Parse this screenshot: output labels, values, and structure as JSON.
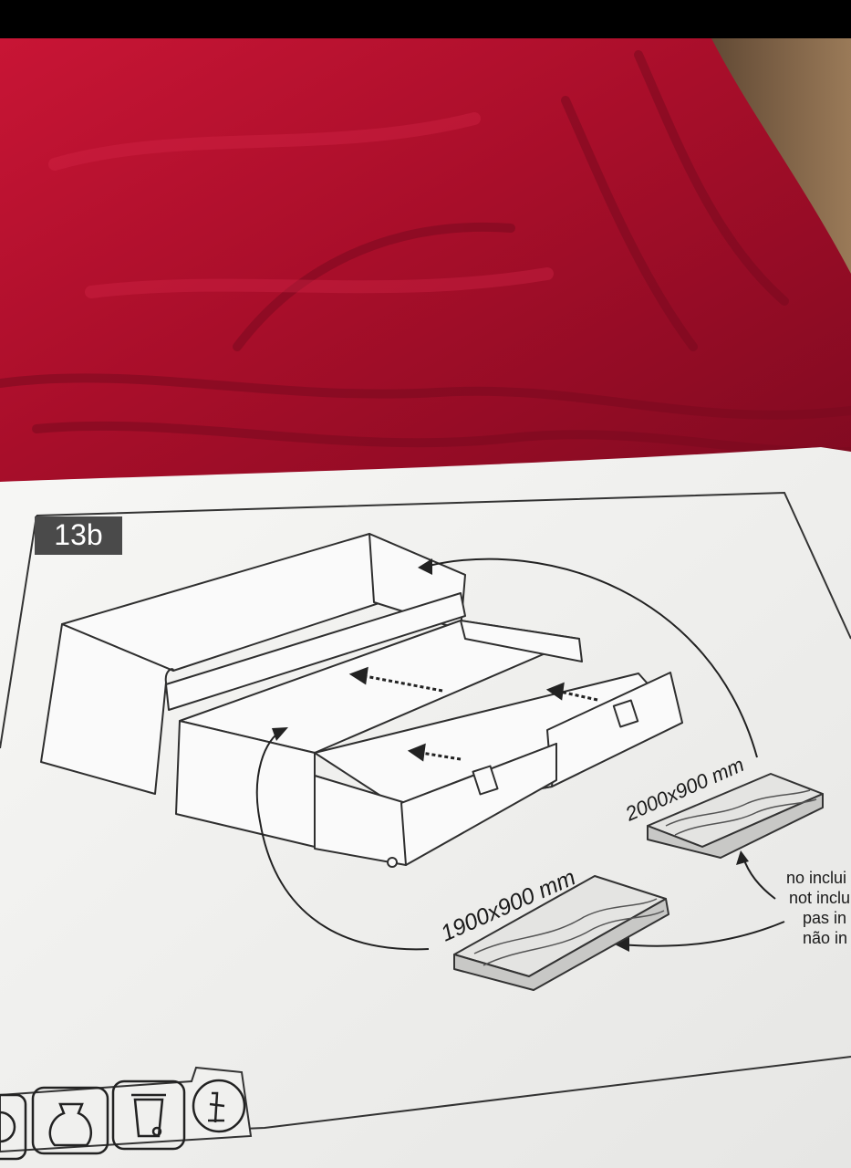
{
  "step": {
    "number": "13b"
  },
  "mattresses": {
    "large": {
      "size_label": "2000x900 mm"
    },
    "small": {
      "size_label": "1900x900 mm"
    }
  },
  "not_included_note": {
    "lines": [
      "no inclui",
      "not inclu",
      "pas in",
      "não in"
    ]
  },
  "footer_icons": [
    "recycle-icon",
    "bag-icon",
    "bin-icon",
    "no-littering-icon"
  ],
  "colors": {
    "blanket": "#b0102c",
    "paper": "#f4f4f2",
    "line": "#333333",
    "wood": "#8a6a4a"
  }
}
